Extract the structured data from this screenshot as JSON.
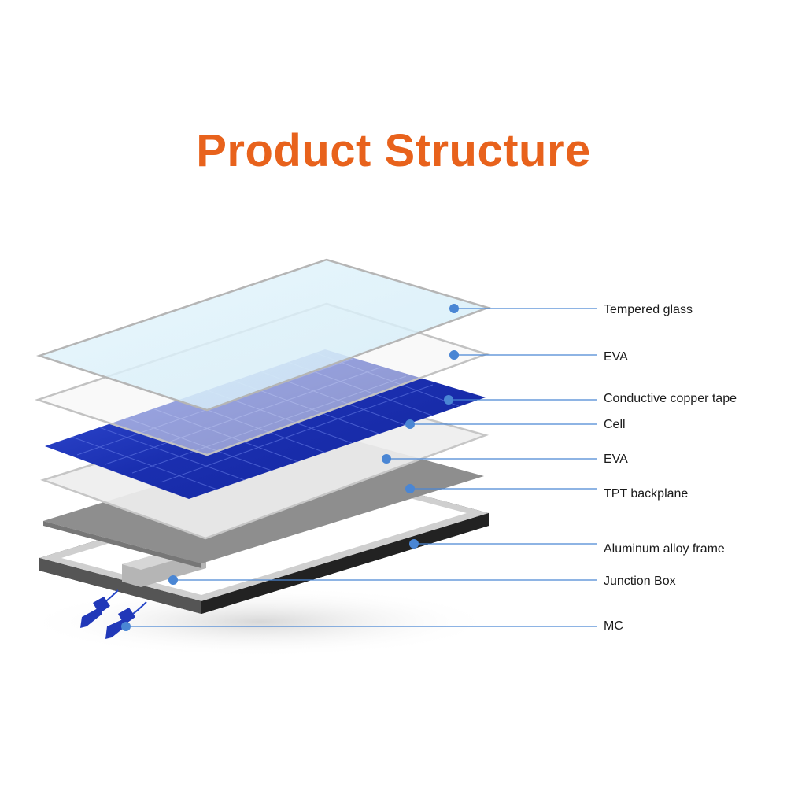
{
  "title": "Product Structure",
  "colors": {
    "title": "#e8621c",
    "leader": "#4a86d4",
    "cell": "#1a2fb0",
    "backplane": "#8c8c8c",
    "frame": "#2a2a2a"
  },
  "layers": [
    {
      "label": "Tempered glass",
      "icon": "glass-layer"
    },
    {
      "label": "EVA",
      "icon": "eva-film-layer"
    },
    {
      "label": "Conductive copper tape",
      "icon": "copper-tape"
    },
    {
      "label": "Cell",
      "icon": "solar-cell-layer"
    },
    {
      "label": "EVA",
      "icon": "eva-film-layer"
    },
    {
      "label": "TPT backplane",
      "icon": "backplane-layer"
    },
    {
      "label": "Aluminum alloy frame",
      "icon": "frame"
    },
    {
      "label": "Junction Box",
      "icon": "junction-box"
    },
    {
      "label": "MC",
      "icon": "mc-connector"
    }
  ]
}
